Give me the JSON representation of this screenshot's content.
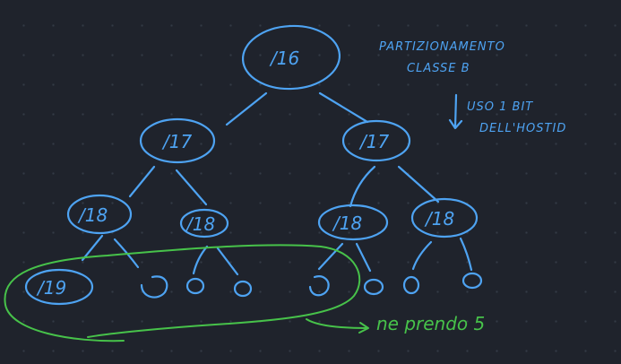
{
  "colors": {
    "background": "#1f232c",
    "ink_blue": "#4ea3f2",
    "ink_green": "#47c24a"
  },
  "tree": {
    "root": "/16",
    "level1": [
      "/17",
      "/17"
    ],
    "level2": [
      "/18",
      "/18",
      "/18",
      "/18"
    ],
    "leaf_first": "/19"
  },
  "notes": {
    "title_line1": "PARTIZIONAMENTO",
    "title_line2": "CLASSE B",
    "bit_line1": "USO 1 BIT",
    "bit_line2": "DELL'HOSTID"
  },
  "annotation": {
    "text": "ne prendo 5"
  }
}
